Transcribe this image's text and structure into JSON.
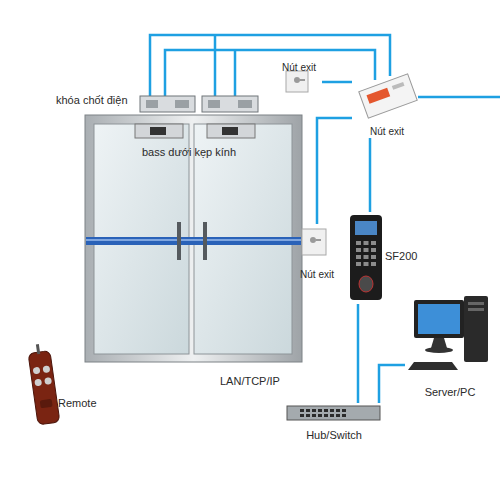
{
  "diagram": {
    "nodes": [
      {
        "text": [
          "Nút exit"
        ]
      },
      {
        "text": [
          "Nút exit"
        ]
      },
      {
        "text": [
          "Nút exit"
        ]
      },
      {
        "text": [
          "SF200"
        ]
      },
      {
        "text": [
          "Hub/Switch"
        ]
      },
      {
        "text": [
          "Server/PC"
        ]
      }
    ],
    "edges": [
      {
        "from": 0,
        "to": 1,
        "arrow": "none"
      },
      {
        "from": 2,
        "to": 1,
        "arrow": "none"
      },
      {
        "from": 3,
        "to": 1,
        "arrow": "none"
      },
      {
        "from": 3,
        "to": 4,
        "arrow": "none"
      },
      {
        "from": 5,
        "to": 4,
        "arrow": "none"
      }
    ],
    "labels": [
      "khóa chốt điện",
      "bass dưới kẹp kính",
      "Remote",
      "LAN/TCP/IP"
    ]
  }
}
